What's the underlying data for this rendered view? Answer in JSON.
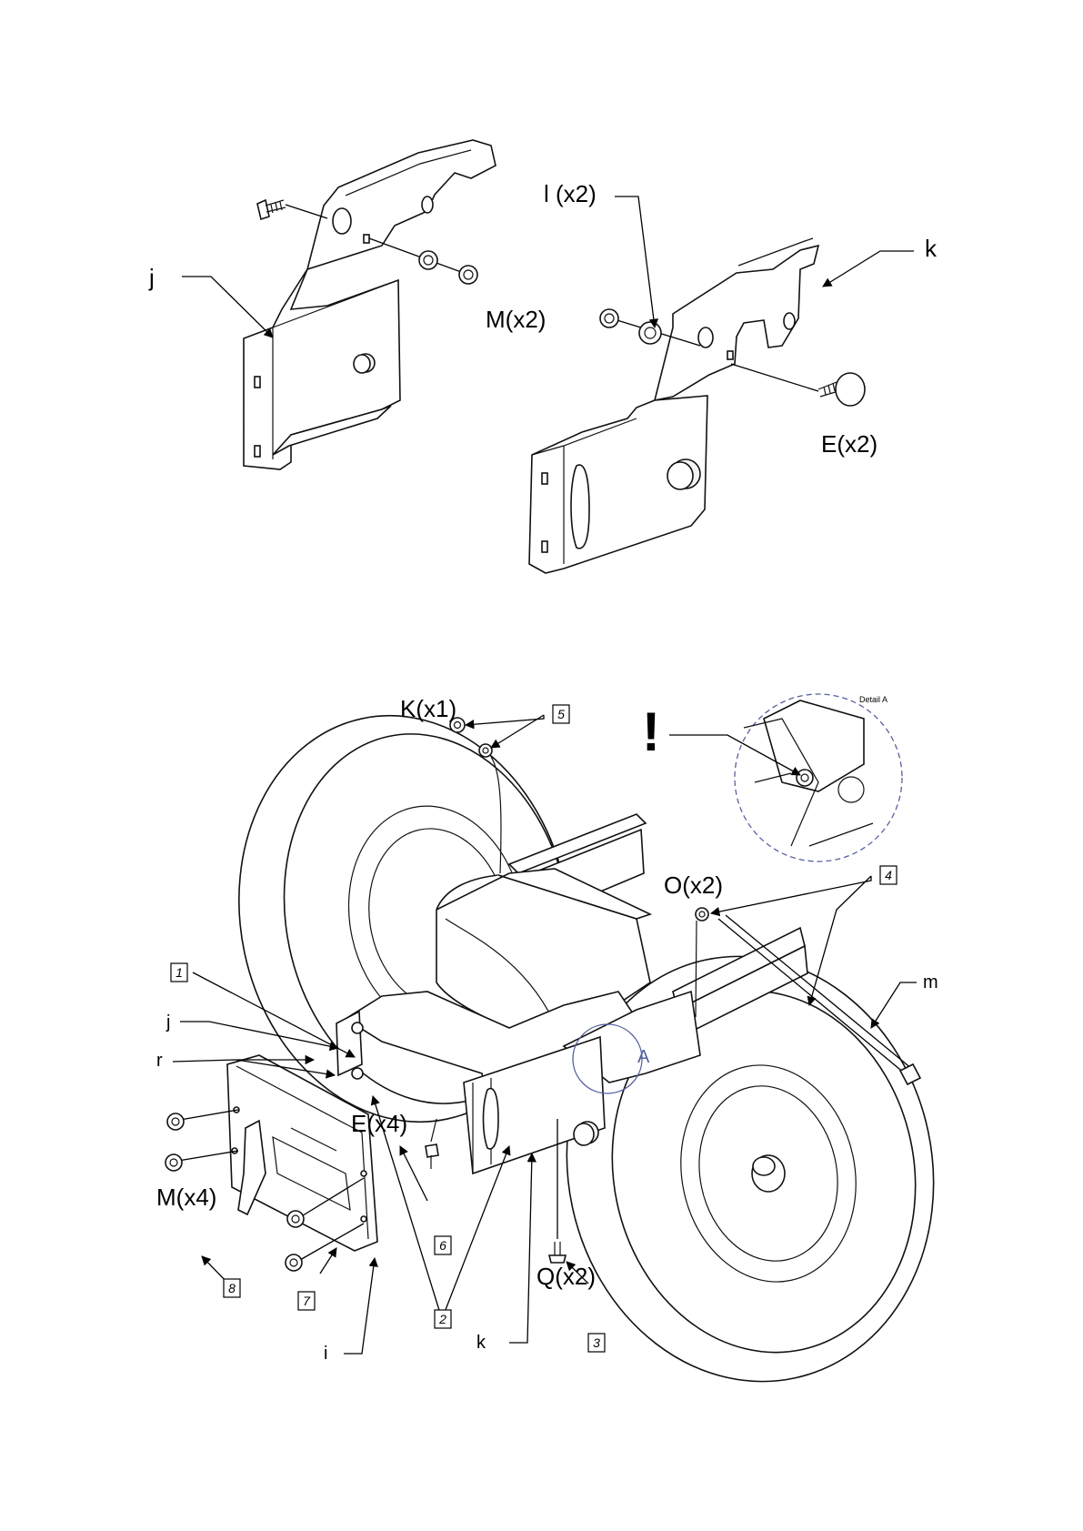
{
  "top_view": {
    "labels": {
      "j": "j",
      "k": "k",
      "l": "l (x2)",
      "m_nuts": "M(x2)",
      "e_bolts": "E(x2)"
    }
  },
  "bottom_view": {
    "labels": {
      "k_nut": "K(x1)",
      "o_washer": "O(x2)",
      "m_rod": "m",
      "j": "j",
      "r": "r",
      "e_bolts": "E(x4)",
      "m_nuts": "M(x4)",
      "q_bolts": "Q(x2)",
      "i": "i",
      "k": "k",
      "a": "A"
    },
    "step_numbers": [
      "1",
      "2",
      "3",
      "4",
      "5",
      "6",
      "7",
      "8"
    ],
    "warning": "!",
    "detail_title": "Detail A"
  },
  "colors": {
    "line": "#111111",
    "detail_circle": "#5560a0"
  }
}
